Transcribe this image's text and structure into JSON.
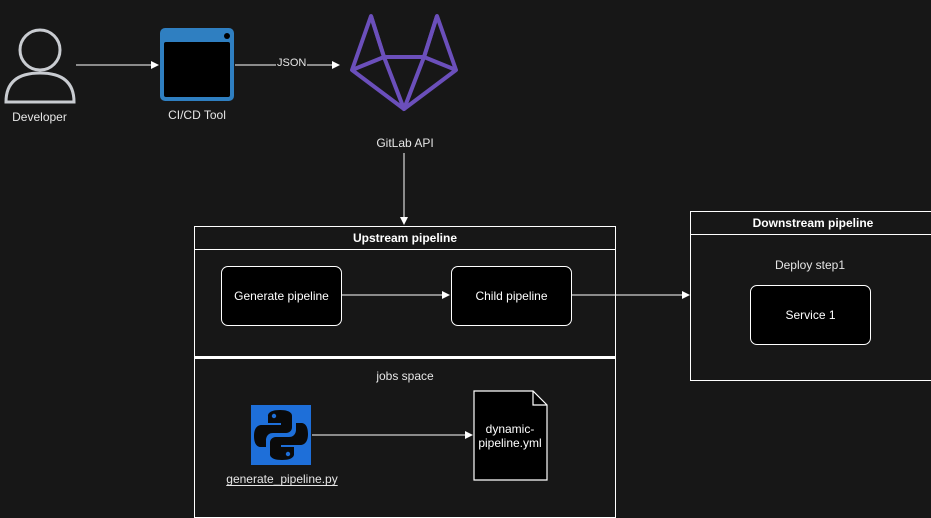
{
  "developer": {
    "label": "Developer"
  },
  "cicd": {
    "label": "CI/CD Tool"
  },
  "edge_json": {
    "label": "JSON"
  },
  "gitlab": {
    "label": "GitLab API"
  },
  "upstream": {
    "title": "Upstream pipeline",
    "generate": "Generate pipeline",
    "child": "Child pipeline",
    "jobs_space": "jobs space",
    "script_file": "generate_pipeline.py",
    "yaml_file": "dynamic-\npipeline.yml"
  },
  "downstream": {
    "title": "Downstream pipeline",
    "step": "Deploy step1",
    "service": "Service 1"
  },
  "colors": {
    "background": "#171717",
    "gitlab": "#6b4fbb",
    "cicd": "#2f7fc1",
    "python": "#1e6fd9"
  },
  "icons": [
    "user-icon",
    "application-window-icon",
    "gitlab-logo-icon",
    "python-logo-icon",
    "document-icon"
  ]
}
